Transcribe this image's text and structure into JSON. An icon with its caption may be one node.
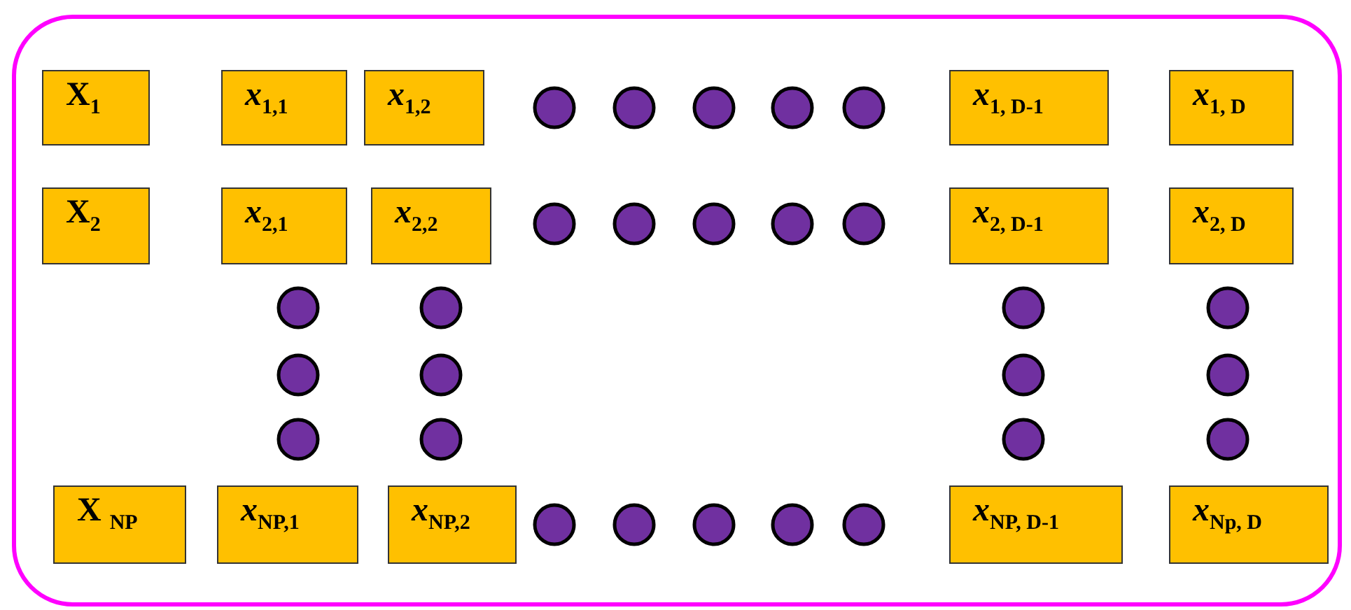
{
  "diagram": {
    "nodes": [
      {
        "text": [
          "X$_{1}$"
        ]
      },
      {
        "text": [
          "*x*$_{1,1}$"
        ]
      },
      {
        "text": [
          "*x*$_{1,2}$"
        ]
      },
      {
        "text": [
          "*x*$_{1, D-1}$"
        ]
      },
      {
        "text": [
          "*x*$_{1, D}$"
        ]
      },
      {
        "text": [
          "X$_{2}$"
        ]
      },
      {
        "text": [
          "*x*$_{2,1}$"
        ]
      },
      {
        "text": [
          "*x*$_{2,2}$"
        ]
      },
      {
        "text": [
          "*x*$_{2, D-1}$"
        ]
      },
      {
        "text": [
          "*x*$_{2, D}$"
        ]
      },
      {
        "text": [
          "X $_{NP}$"
        ]
      },
      {
        "text": [
          "*x*$_{NP,1}$"
        ]
      },
      {
        "text": [
          "*x*$_{NP,2}$"
        ]
      },
      {
        "text": [
          "*x*$_{NP, D-1}$"
        ]
      },
      {
        "text": [
          "*x*$_{Np, D}$"
        ]
      }
    ]
  }
}
